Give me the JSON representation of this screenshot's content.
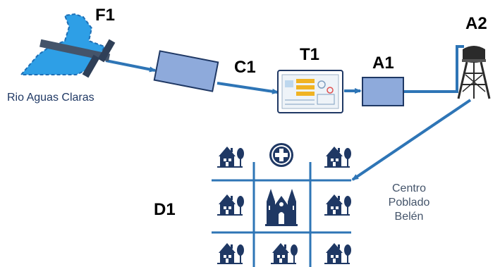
{
  "labels": {
    "f1": "F1",
    "c1": "C1",
    "t1": "T1",
    "a1": "A1",
    "a2": "A2",
    "d1": "D1"
  },
  "river_name": "Rio Aguas Claras",
  "town_name": {
    "line1": "Centro",
    "line2": "Poblado",
    "line3": "Belén"
  },
  "colors": {
    "pipe": "#2e75b6",
    "box_fill": "#8eaadb",
    "box_stroke": "#1f3864",
    "water": "#2e9fe6",
    "intake": "#44546a",
    "grid": "#2e75b6",
    "icons": "#1f3864"
  },
  "icons": [
    "water-intake-icon",
    "treatment-plant-icon",
    "water-tower-icon",
    "house-icon",
    "hospital-cross-icon",
    "church-icon"
  ]
}
